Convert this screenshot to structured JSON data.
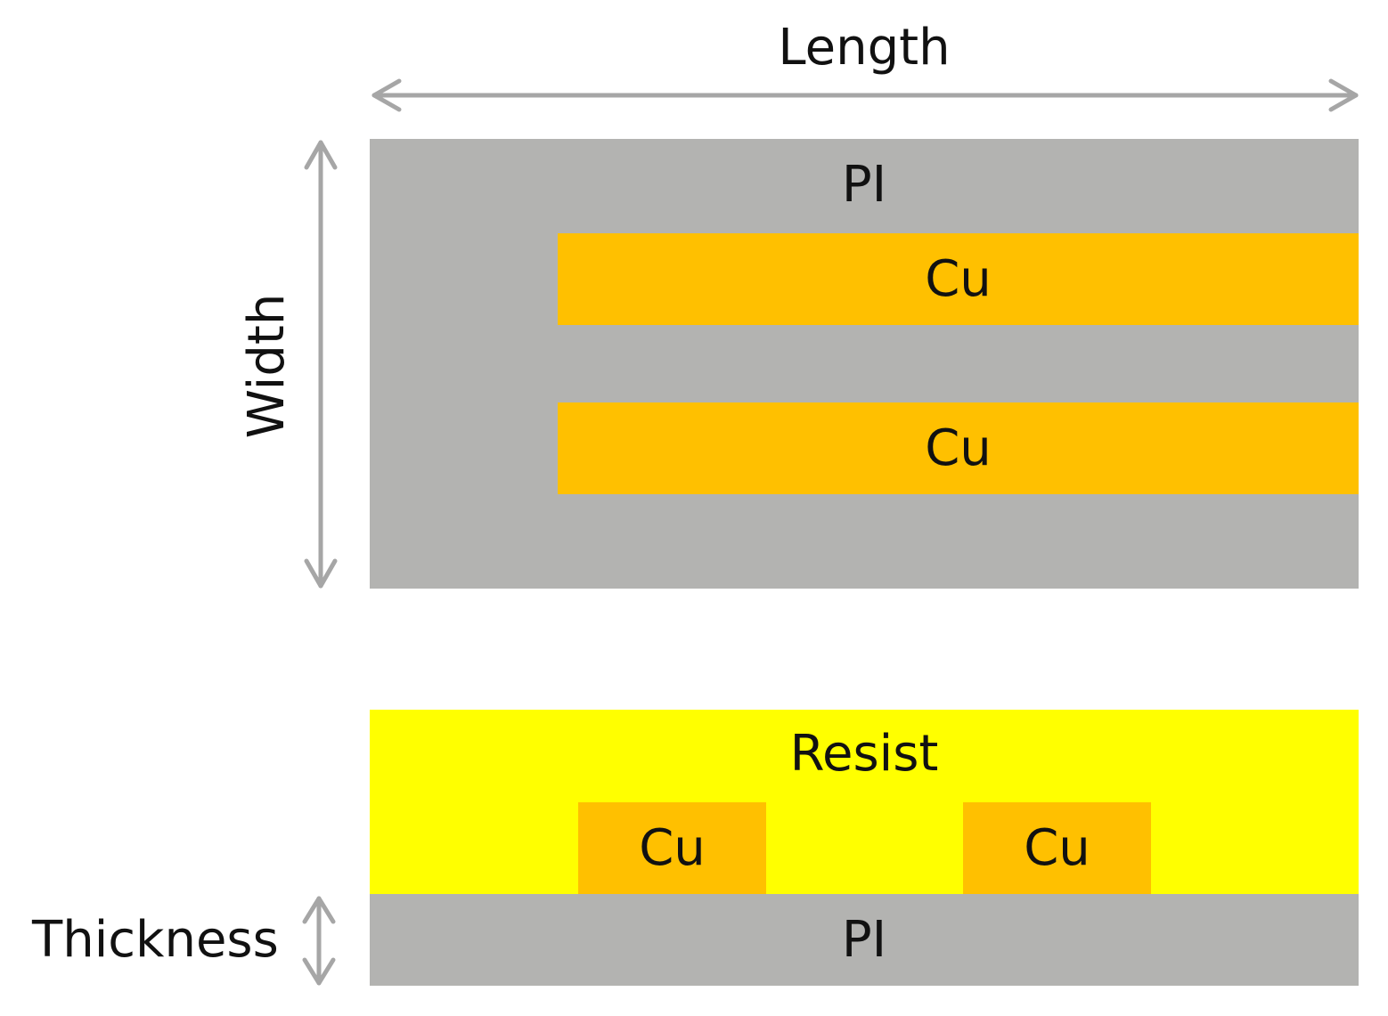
{
  "labels": {
    "length": "Length",
    "width": "Width",
    "thickness": "Thickness"
  },
  "top_view": {
    "substrate_label": "PI",
    "trace1_label": "Cu",
    "trace2_label": "Cu"
  },
  "cross_section": {
    "resist_label": "Resist",
    "trace1_label": "Cu",
    "trace2_label": "Cu",
    "substrate_label": "PI"
  },
  "colors": {
    "pi": "#b3b3b1",
    "cu": "#ffc000",
    "resist": "#ffff00",
    "arrow": "#a6a6a6",
    "text": "#111111"
  }
}
